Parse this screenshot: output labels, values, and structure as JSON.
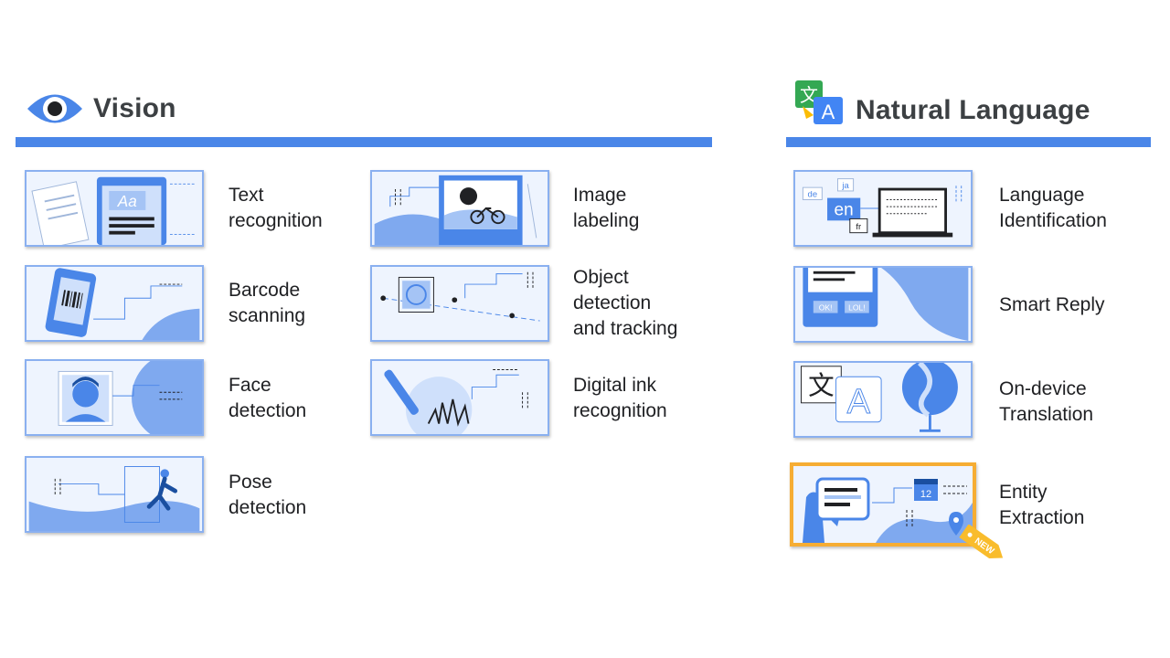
{
  "vision": {
    "title": "Vision",
    "icon": "eye-icon",
    "items": [
      {
        "label": "Text\nrecognition",
        "icon": "text-recognition-illustration"
      },
      {
        "label": "Image\nlabeling",
        "icon": "image-labeling-illustration"
      },
      {
        "label": "Barcode\nscanning",
        "icon": "barcode-scanning-illustration"
      },
      {
        "label": "Object\ndetection\nand tracking",
        "icon": "object-detection-illustration"
      },
      {
        "label": "Face\ndetection",
        "icon": "face-detection-illustration"
      },
      {
        "label": "Digital ink\nrecognition",
        "icon": "digital-ink-illustration"
      },
      {
        "label": "Pose\ndetection",
        "icon": "pose-detection-illustration"
      }
    ]
  },
  "natural_language": {
    "title": "Natural Language",
    "icon": "translate-icon",
    "items": [
      {
        "label": "Language\nIdentification",
        "icon": "language-id-illustration"
      },
      {
        "label": "Smart Reply",
        "icon": "smart-reply-illustration"
      },
      {
        "label": "On-device\nTranslation",
        "icon": "translation-illustration"
      },
      {
        "label": "Entity\nExtraction",
        "icon": "entity-extraction-illustration",
        "badge": "NEW"
      }
    ]
  },
  "illustration_text": {
    "aa": "Aa",
    "en": "en",
    "de": "de",
    "fr": "fr",
    "ja": "ja",
    "ok": "OK!",
    "lol": "LOL!",
    "wen": "文",
    "a": "A",
    "twelve": "12"
  },
  "colors": {
    "accent": "#4a86e8",
    "card_bg": "#eef4fe",
    "card_border": "#8ab0f0",
    "highlight": "#f6ad33",
    "badge": "#f9bc2c"
  }
}
